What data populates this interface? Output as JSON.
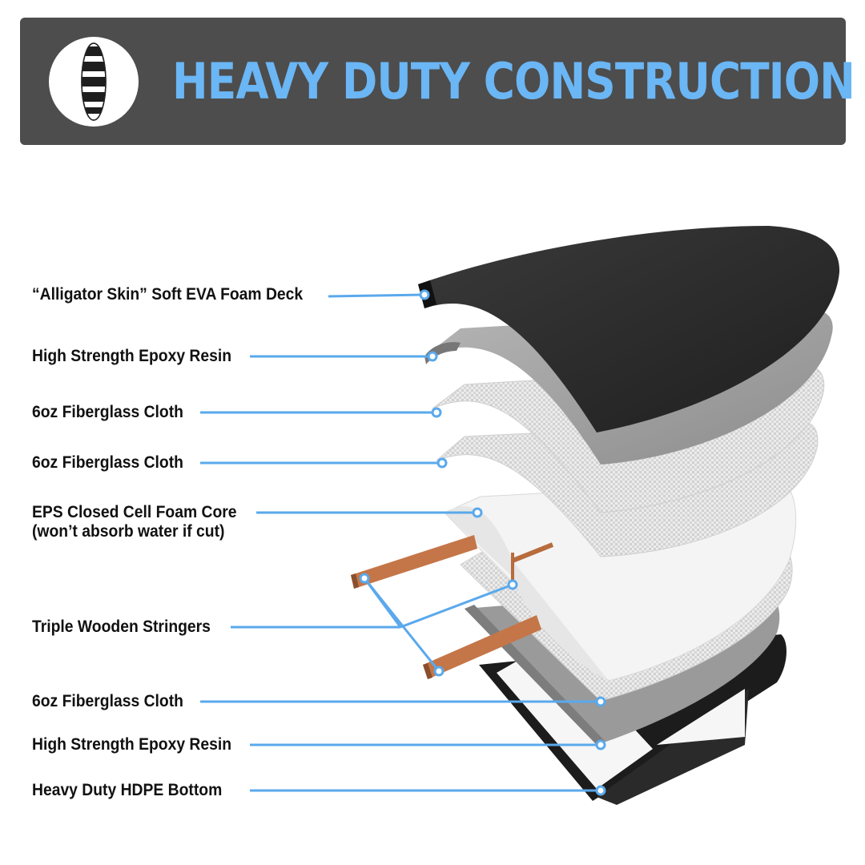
{
  "header": {
    "title": "HEAVY DUTY CONSTRUCTION",
    "logo_icon": "striped-surfboard-icon"
  },
  "colors": {
    "banner": "#4d4d4d",
    "title": "#6bb6f5",
    "callout_line": "#5aa9ec",
    "deck": "#2b2b2b",
    "stringer": "#c47648"
  },
  "layers": [
    {
      "label": "“Alligator Skin” Soft EVA Foam Deck"
    },
    {
      "label": "High Strength Epoxy Resin"
    },
    {
      "label": "6oz Fiberglass Cloth"
    },
    {
      "label": "6oz Fiberglass Cloth"
    },
    {
      "label_line1": "EPS Closed Cell Foam Core",
      "label_line2": "(won’t absorb water if cut)"
    },
    {
      "label": "Triple Wooden Stringers"
    },
    {
      "label": "6oz Fiberglass Cloth"
    },
    {
      "label": "High Strength Epoxy Resin"
    },
    {
      "label": "Heavy Duty HDPE Bottom"
    }
  ]
}
